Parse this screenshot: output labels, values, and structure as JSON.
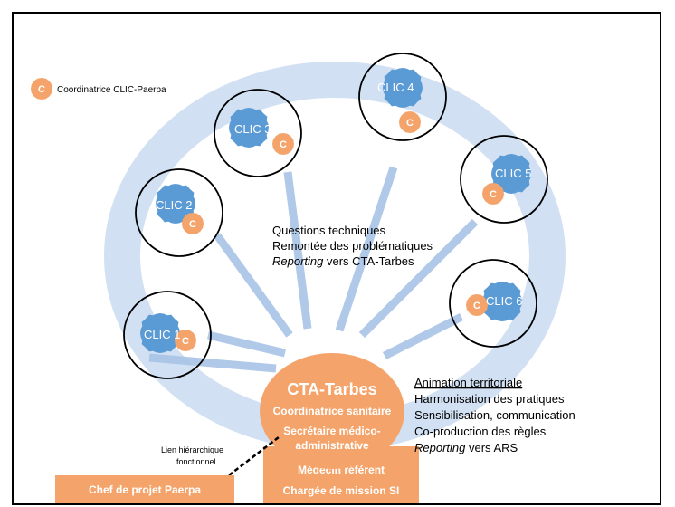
{
  "legend": {
    "badge": "C",
    "label": "Coordinatrice CLIC-Paerpa"
  },
  "clics": [
    {
      "label": "CLIC 1",
      "badge": "C"
    },
    {
      "label": "CLIC 2",
      "badge": "C"
    },
    {
      "label": "CLIC 3",
      "badge": "C"
    },
    {
      "label": "CLIC 4",
      "badge": "C"
    },
    {
      "label": "CLIC 5",
      "badge": "C"
    },
    {
      "label": "CLIC 6",
      "badge": "C"
    }
  ],
  "center_text": {
    "line1": "Questions techniques",
    "line2": "Remontée des problématiques",
    "line3_italic": "Reporting",
    "line3_rest": " vers CTA-Tarbes"
  },
  "hub": {
    "title": "CTA-Tarbes",
    "line1": "Coordinatrice sanitaire",
    "line2": "Secrétaire médico-",
    "line3": "administrative"
  },
  "right_text": {
    "line1": "Animation territoriale",
    "line2": "Harmonisation des pratiques",
    "line3": "Sensibilisation, communication",
    "line4": "Co-production des règles",
    "line5_italic": "Reporting",
    "line5_rest": " vers ARS"
  },
  "link_label": {
    "line1": "Lien hiérarchique",
    "line2": "fonctionnel"
  },
  "chef_box": "Chef de projet Paerpa",
  "bottom_box": {
    "line1": "Médecin référent",
    "line2": "Chargée de mission SI"
  },
  "colors": {
    "orange": "#F4A46A",
    "blue": "#5B9BD5",
    "ring": "#C9DAF0",
    "arrow": "#A9C4E6"
  }
}
